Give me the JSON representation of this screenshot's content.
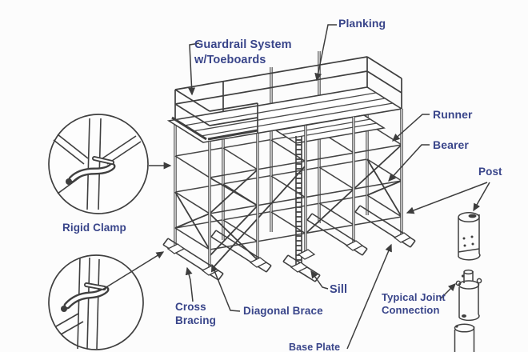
{
  "diagram": {
    "labels": {
      "guardrail": "Guardrail System\nw/Toeboards",
      "planking": "Planking",
      "runner": "Runner",
      "bearer": "Bearer",
      "post": "Post",
      "rigid_clamp": "Rigid Clamp",
      "cross_bracing": "Cross\nBracing",
      "diagonal_brace": "Diagonal Brace",
      "sill": "Sill",
      "typical_joint": "Typical Joint\nConnection",
      "base_plate": "Base Plate"
    },
    "icons": {
      "rigid_clamp_detail": "rigid-clamp-detail",
      "swivel_clamp_detail": "swivel-clamp-detail",
      "post_detail": "post-cylinder-detail",
      "joint_detail": "joint-connection-detail"
    },
    "colors": {
      "label": "#39458a",
      "line": "#3f3f3f",
      "background": "#fcfcfc"
    }
  }
}
